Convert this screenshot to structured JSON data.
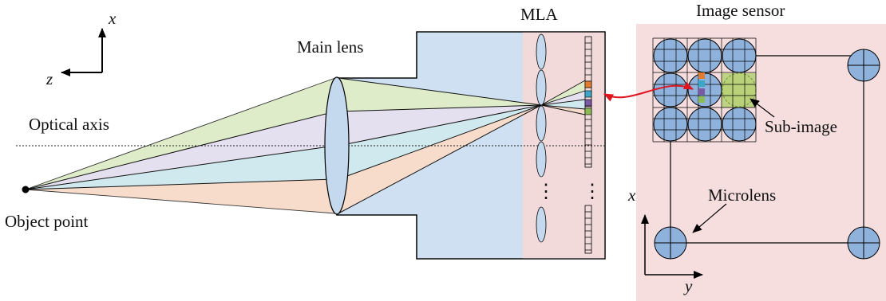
{
  "labels": {
    "main_lens": "Main lens",
    "mla": "MLA",
    "image_sensor": "Image sensor",
    "optical_axis": "Optical axis",
    "object_point": "Object point",
    "sub_image": "Sub-image",
    "microlens": "Microlens"
  },
  "axes": {
    "coord_x": "x",
    "coord_z": "z",
    "sensor_x": "x",
    "sensor_y": "y"
  },
  "ellipsis": "⋮",
  "colors": {
    "housing_fill": "#cfe0f2",
    "mla_region_fill": "#f2dada",
    "sensor_panel_fill": "#f6dede",
    "lens_fill": "#c4d8ee",
    "microlens_fill": "#8fb2dd",
    "ray_cone_green": "#dfecc9",
    "ray_cone_lavender": "#e4e0f0",
    "ray_cone_cyan": "#cfe9ee",
    "ray_cone_peach": "#f7dccb",
    "pixel_orange": "#e07b30",
    "pixel_cyan": "#3aa6c8",
    "pixel_purple": "#7a5aa6",
    "pixel_green": "#8cba55",
    "arrow_red": "#e0141e",
    "sub_image_highlight": "#b9d27a"
  }
}
